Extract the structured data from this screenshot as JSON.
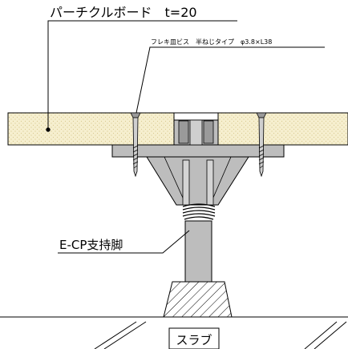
{
  "labels": {
    "board": "パーチクルボード　t=20",
    "screw": "フレキ皿ビス　半ねじタイプ　φ3.8×L38",
    "support": "E-CP支持脚",
    "slab": "スラブ"
  },
  "colors": {
    "board_fill": "#f6efcf",
    "board_dots": "#d9c98f",
    "part_fill": "#bdbdbd",
    "part_dark": "#9a9a9a",
    "line": "#000000"
  }
}
